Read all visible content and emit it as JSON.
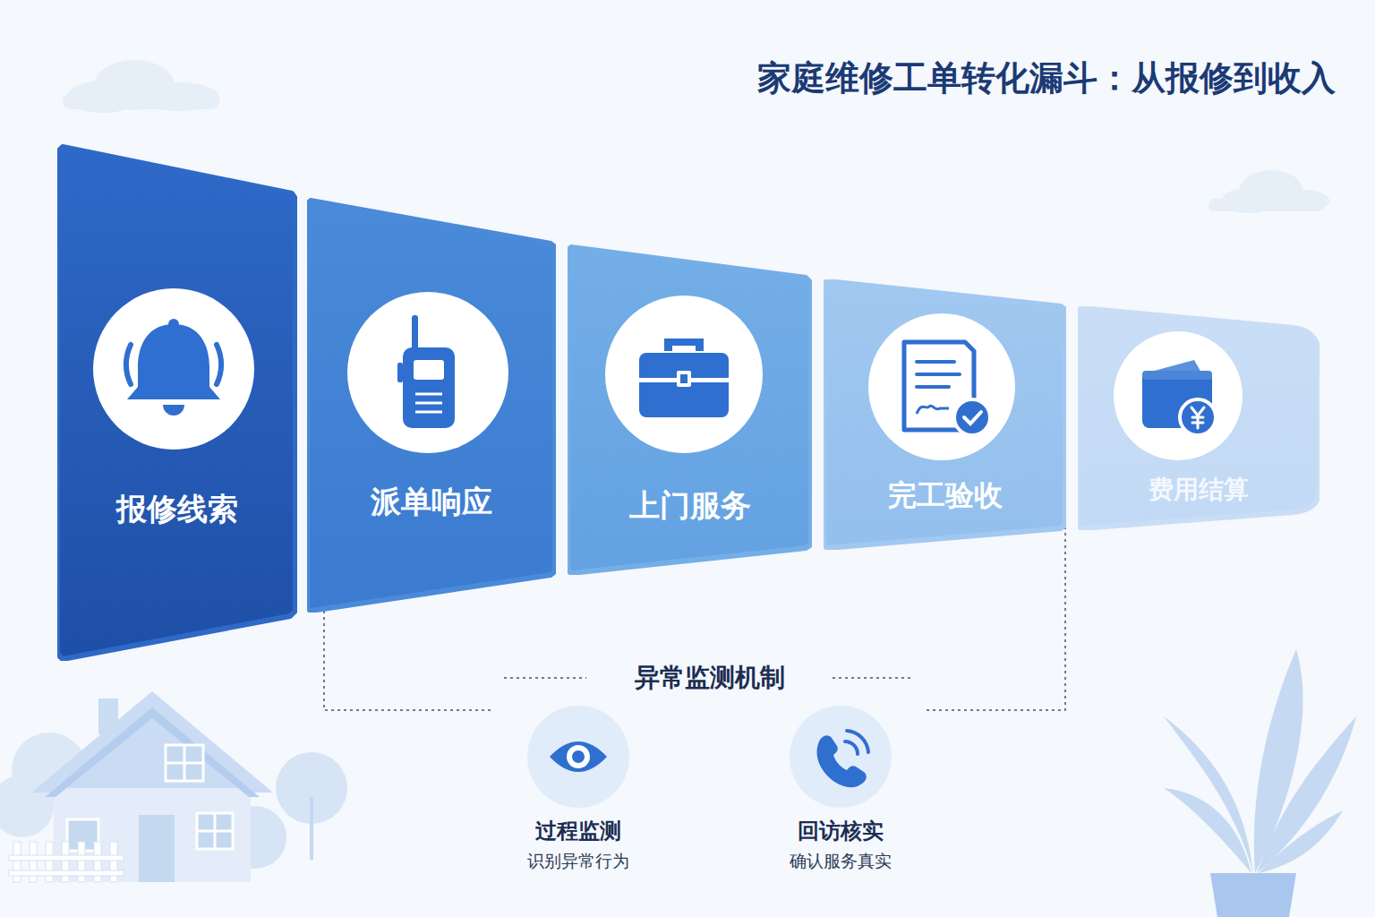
{
  "diagram": {
    "title": "家庭维修工单转化漏斗：从报修到收入",
    "nodes": [
      {
        "text": [
          "报修线索"
        ]
      },
      {
        "text": [
          "派单响应"
        ]
      },
      {
        "text": [
          "上门服务"
        ]
      },
      {
        "text": [
          "完工验收"
        ]
      },
      {
        "text": [
          "费用结算"
        ]
      },
      {
        "text": [
          "过程监测",
          "识别异常行为"
        ]
      },
      {
        "text": [
          "回访核实",
          "确认服务真实"
        ]
      }
    ],
    "labels": [
      "异常监测机制"
    ]
  }
}
